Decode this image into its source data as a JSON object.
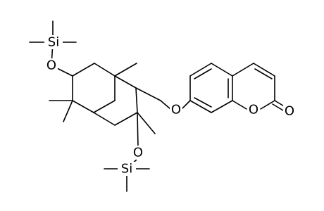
{
  "figure": {
    "kind": "chemical structure diagram",
    "atom_labels": {
      "si_top": "Si",
      "o_top": "O",
      "o_bottom": "O",
      "si_bottom": "Si",
      "o_ether": "O",
      "o_ring": "O",
      "o_carbonyl": "O"
    },
    "colors": {
      "bond": "#000000",
      "text": "#000000",
      "background": "#ffffff"
    }
  }
}
